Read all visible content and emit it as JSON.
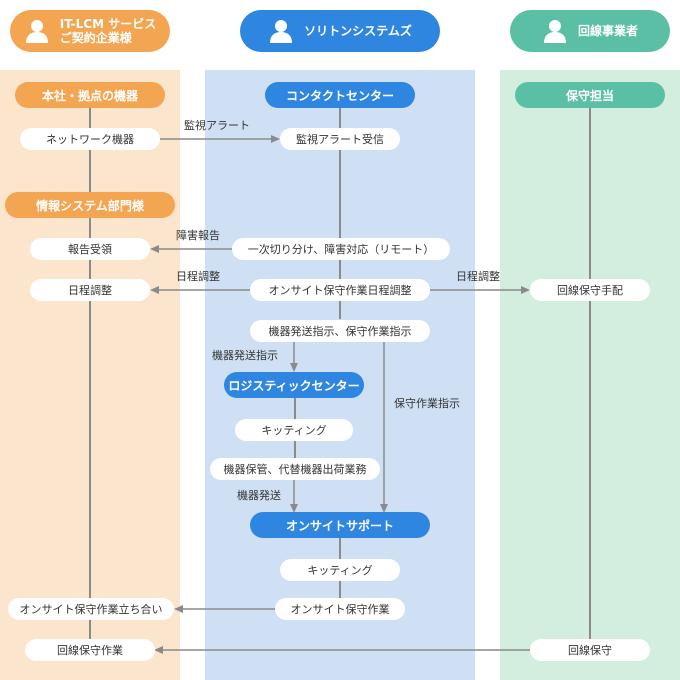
{
  "headers": {
    "left_line1": "IT-LCM サービス",
    "left_line2": "ご契約企業様",
    "mid": "ソリトンシステムズ",
    "right": "回線事業者"
  },
  "left": {
    "section1": "本社・拠点の機器",
    "network_device": "ネットワーク機器",
    "section2": "情報システム部門様",
    "report_received": "報告受領",
    "schedule": "日程調整",
    "onsite_attend": "オンサイト保守作業立ち合い",
    "line_maint_work": "回線保守作業"
  },
  "mid": {
    "contact_center": "コンタクトセンター",
    "alert_received": "監視アラート受信",
    "first_triage": "一次切り分け、障害対応（リモート）",
    "onsite_schedule": "オンサイト保守作業日程調整",
    "dispatch_instr": "機器発送指示、保守作業指示",
    "logistics": "ロジスティックセンター",
    "kitting1": "キッティング",
    "storage": "機器保管、代替機器出荷業務",
    "onsite_support": "オンサイトサポート",
    "kitting2": "キッティング",
    "onsite_work": "オンサイト保守作業"
  },
  "right": {
    "maint_owner": "保守担当",
    "line_arrange": "回線保守手配",
    "line_maint": "回線保守"
  },
  "arrows": {
    "monitor_alert": "監視アラート",
    "fault_report": "障害報告",
    "schedule_left": "日程調整",
    "schedule_right": "日程調整",
    "ship_instr": "機器発送指示",
    "maint_instr": "保守作業指示",
    "ship": "機器発送"
  },
  "colors": {
    "orange": "#f3a552",
    "blue": "#2f86e0",
    "green": "#5bbfa5",
    "lane_orange": "#fbe5cd",
    "lane_blue": "#cfe0f5",
    "lane_green": "#d3eedf",
    "line": "#8a8a8a"
  },
  "icons": [
    "person-icon"
  ]
}
